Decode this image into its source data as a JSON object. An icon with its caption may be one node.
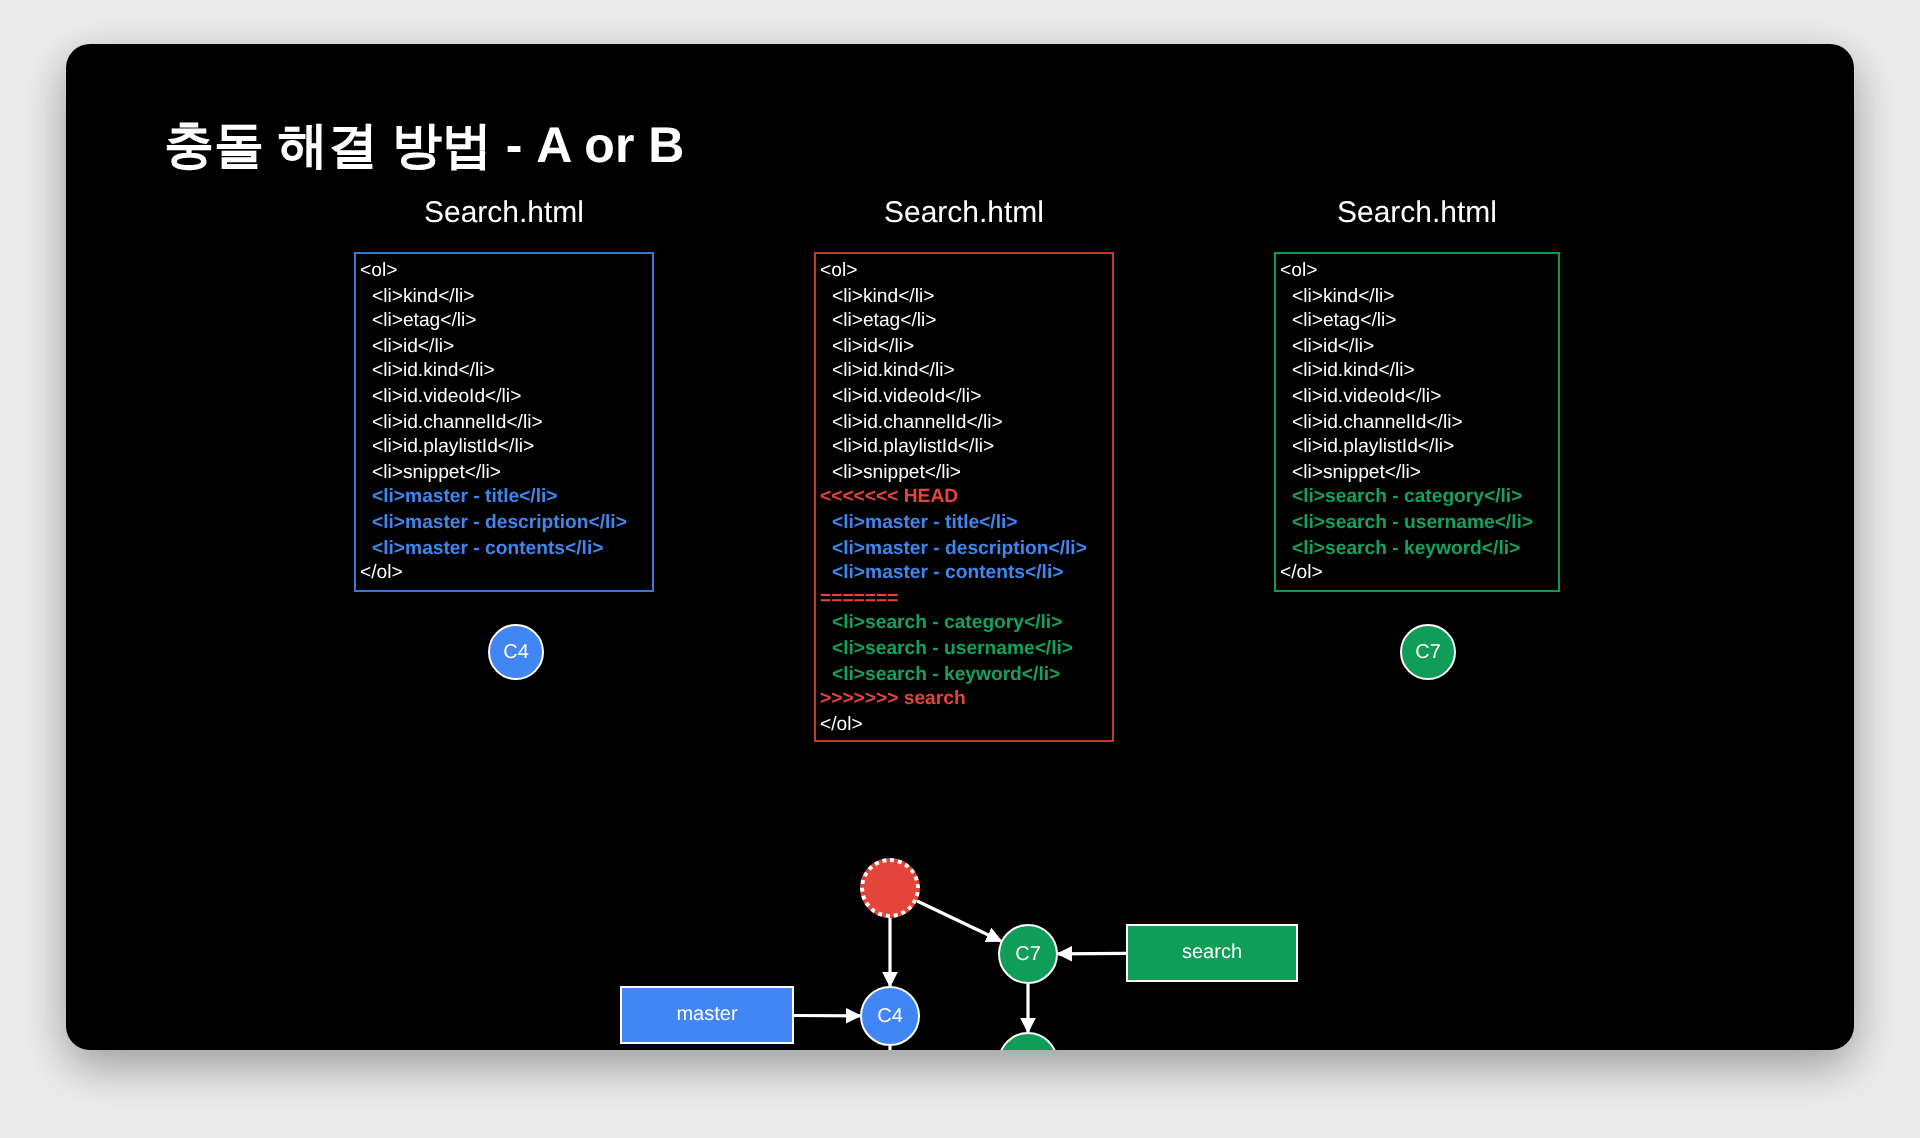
{
  "diagram": {
    "title": "충돌 해결 방법 - A or B",
    "nodes": [
      {
        "text": [
          "Search.html",
          "<ol>",
          "<li>kind</li>",
          "<li>etag</li>",
          "<li>id</li>",
          "<li>id.kind</li>",
          "<li>id.videoId</li>",
          "<li>id.channelId</li>",
          "<li>id.playlistId</li>",
          "<li>snippet</li>",
          "<li>master - title</li>",
          "<li>master - description</li>",
          "<li>master - contents</li>",
          "</ol>"
        ]
      },
      {
        "text": [
          "Search.html",
          "<ol>",
          "<li>kind</li>",
          "<li>etag</li>",
          "<li>id</li>",
          "<li>id.kind</li>",
          "<li>id.videoId</li>",
          "<li>id.channelId</li>",
          "<li>id.playlistId</li>",
          "<li>snippet</li>",
          "<<<<<<< HEAD",
          "<li>master - title</li>",
          "<li>master - description</li>",
          "<li>master - contents</li>",
          "=======",
          "<li>search - category</li>",
          "<li>search - username</li>",
          "<li>search - keyword</li>",
          ">>>>>>> search",
          "</ol>"
        ]
      },
      {
        "text": [
          "Search.html",
          "<ol>",
          "<li>kind</li>",
          "<li>etag</li>",
          "<li>id</li>",
          "<li>id.kind</li>",
          "<li>id.videoId</li>",
          "<li>id.channelId</li>",
          "<li>id.playlistId</li>",
          "<li>snippet</li>",
          "<li>search - category</li>",
          "<li>search - username</li>",
          "<li>search - keyword</li>",
          "</ol>"
        ]
      },
      {
        "text": [
          "C4"
        ]
      },
      {
        "text": [
          "C7"
        ]
      },
      {
        "text": [],
        "shape": "circle"
      },
      {
        "text": [
          "C7"
        ]
      },
      {
        "text": [
          "search"
        ]
      },
      {
        "text": [
          "master"
        ]
      },
      {
        "text": [
          "C4"
        ]
      },
      {
        "text": [],
        "shape": "circle"
      }
    ],
    "edges": [
      {
        "from": 5,
        "to": 9,
        "arrow": "to"
      },
      {
        "from": 5,
        "to": 6,
        "arrow": "to"
      },
      {
        "from": 7,
        "to": 6,
        "arrow": "to"
      },
      {
        "from": 8,
        "to": 9,
        "arrow": "to"
      },
      {
        "from": 6,
        "to": 10,
        "arrow": "to"
      },
      {
        "from": 9,
        "to": null,
        "arrow": "none"
      }
    ]
  }
}
